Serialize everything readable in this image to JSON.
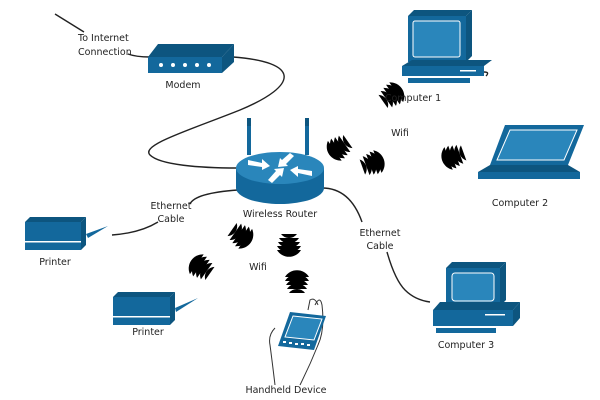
{
  "diagram": {
    "colors": {
      "device": "#13689c",
      "device_dark": "#0d557f",
      "wifi": "#1a7bb0",
      "cable": "#222222"
    },
    "internet": {
      "label_line1": "To Internet",
      "label_line2": "Connection"
    },
    "modem": {
      "label": "Modem"
    },
    "router": {
      "label": "Wireless Router"
    },
    "ethernet_left": {
      "line1": "Ethernet",
      "line2": "Cable"
    },
    "ethernet_right": {
      "line1": "Ethernet",
      "line2": "Cable"
    },
    "printer_1": {
      "label": "Printer"
    },
    "printer_2": {
      "label": "Printer"
    },
    "computer_1": {
      "label": "Computer 1"
    },
    "computer_2": {
      "label": "Computer 2"
    },
    "computer_3": {
      "label": "Computer 3"
    },
    "handheld": {
      "label": "Handheld Device"
    },
    "wifi_top": {
      "label": "Wifi"
    },
    "wifi_bottom": {
      "label": "Wifi"
    }
  }
}
